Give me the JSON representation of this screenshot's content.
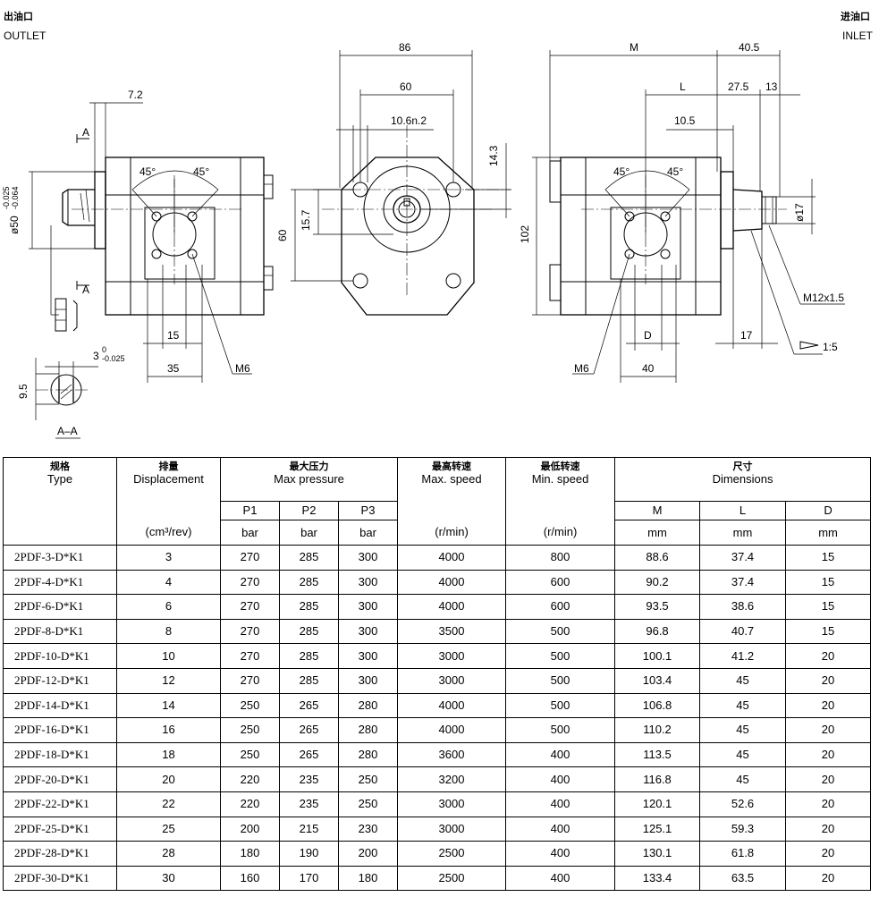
{
  "drawing": {
    "outlet_cn": "出油口",
    "outlet_en": "OUTLET",
    "inlet_cn": "进油口",
    "inlet_en": "INLET",
    "dims": {
      "d86": "86",
      "d60top": "60",
      "d10_6": "10.6n.2",
      "d14_3": "14.3",
      "d15_7": "15.7",
      "d60left": "60",
      "d7_2": "7.2",
      "d45a": "45°",
      "d45b": "45°",
      "d45c": "45°",
      "d45d": "45°",
      "dphi50": "ø50",
      "dphi50_tol_top": "-0.025",
      "dphi50_tol_bot": "-0.064",
      "d15": "15",
      "d35": "35",
      "m6a": "M6",
      "m6b": "M6",
      "secA1": "A",
      "secA2": "A",
      "d3": "3",
      "d3_tol_top": "0",
      "d3_tol_bot": "-0.025",
      "d9_5": "9.5",
      "sectionAA": "A–A",
      "dM": "M",
      "d40_5": "40.5",
      "dL": "L",
      "d27_5": "27.5",
      "d13": "13",
      "d10_5": "10.5",
      "d102": "102",
      "dphi17": "ø17",
      "m12": "M12x1.5",
      "d17": "17",
      "taper": "1:5",
      "dD": "D",
      "d40": "40"
    }
  },
  "table": {
    "headers": {
      "type_cn": "规格",
      "type_en": "Type",
      "disp_cn": "排量",
      "disp_en": "Displacement",
      "press_cn": "最大压力",
      "press_en": "Max pressure",
      "maxs_cn": "最高转速",
      "maxs_en": "Max. speed",
      "mins_cn": "最低转速",
      "mins_en": "Min. speed",
      "dims_cn": "尺寸",
      "dims_en": "Dimensions",
      "p1": "P1",
      "p2": "P2",
      "p3": "P3",
      "m": "M",
      "l": "L",
      "d": "D",
      "unit_disp": "(cm³/rev)",
      "unit_bar1": "bar",
      "unit_bar2": "bar",
      "unit_bar3": "bar",
      "unit_maxs": "(r/min)",
      "unit_mins": "(r/min)",
      "unit_mm1": "mm",
      "unit_mm2": "mm",
      "unit_mm3": "mm"
    },
    "rows": [
      [
        "2PDF-3-D*K1",
        "3",
        "270",
        "285",
        "300",
        "4000",
        "800",
        "88.6",
        "37.4",
        "15"
      ],
      [
        "2PDF-4-D*K1",
        "4",
        "270",
        "285",
        "300",
        "4000",
        "600",
        "90.2",
        "37.4",
        "15"
      ],
      [
        "2PDF-6-D*K1",
        "6",
        "270",
        "285",
        "300",
        "4000",
        "600",
        "93.5",
        "38.6",
        "15"
      ],
      [
        "2PDF-8-D*K1",
        "8",
        "270",
        "285",
        "300",
        "3500",
        "500",
        "96.8",
        "40.7",
        "15"
      ],
      [
        "2PDF-10-D*K1",
        "10",
        "270",
        "285",
        "300",
        "3000",
        "500",
        "100.1",
        "41.2",
        "20"
      ],
      [
        "2PDF-12-D*K1",
        "12",
        "270",
        "285",
        "300",
        "3000",
        "500",
        "103.4",
        "45",
        "20"
      ],
      [
        "2PDF-14-D*K1",
        "14",
        "250",
        "265",
        "280",
        "4000",
        "500",
        "106.8",
        "45",
        "20"
      ],
      [
        "2PDF-16-D*K1",
        "16",
        "250",
        "265",
        "280",
        "4000",
        "500",
        "110.2",
        "45",
        "20"
      ],
      [
        "2PDF-18-D*K1",
        "18",
        "250",
        "265",
        "280",
        "3600",
        "400",
        "113.5",
        "45",
        "20"
      ],
      [
        "2PDF-20-D*K1",
        "20",
        "220",
        "235",
        "250",
        "3200",
        "400",
        "116.8",
        "45",
        "20"
      ],
      [
        "2PDF-22-D*K1",
        "22",
        "220",
        "235",
        "250",
        "3000",
        "400",
        "120.1",
        "52.6",
        "20"
      ],
      [
        "2PDF-25-D*K1",
        "25",
        "200",
        "215",
        "230",
        "3000",
        "400",
        "125.1",
        "59.3",
        "20"
      ],
      [
        "2PDF-28-D*K1",
        "28",
        "180",
        "190",
        "200",
        "2500",
        "400",
        "130.1",
        "61.8",
        "20"
      ],
      [
        "2PDF-30-D*K1",
        "30",
        "160",
        "170",
        "180",
        "2500",
        "400",
        "133.4",
        "63.5",
        "20"
      ]
    ]
  }
}
